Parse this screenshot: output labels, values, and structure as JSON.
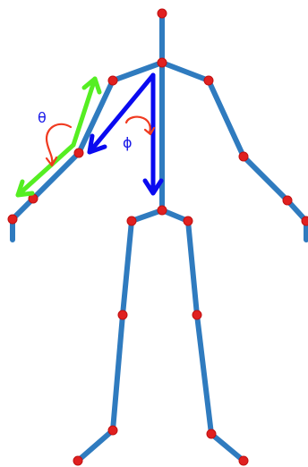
{
  "colors": {
    "background": "#ffffff",
    "bone": "#2f7bbf",
    "bone_edge": "#5a95cf",
    "joint": "#e02020",
    "green_vector": "#55ee22",
    "blue_vector": "#0a0af0",
    "angle_arc": "#f03a20",
    "label_color": "#1818e8"
  },
  "labels": {
    "theta": "θ",
    "phi": "ϕ"
  },
  "diagram": {
    "joints": [
      "head-top",
      "neck",
      "right-shoulder",
      "right-elbow",
      "right-wrist",
      "right-hand-tip",
      "left-shoulder",
      "left-elbow",
      "left-wrist",
      "left-hand-tip",
      "pelvis",
      "right-hip",
      "right-knee",
      "right-ankle",
      "right-foot",
      "left-hip",
      "left-knee",
      "left-ankle",
      "left-foot"
    ],
    "vectors": [
      "green-upper-arm-vector",
      "green-forearm-vector",
      "blue-upper-arm-vector",
      "blue-spine-vector"
    ],
    "angles": [
      "theta",
      "phi"
    ]
  }
}
